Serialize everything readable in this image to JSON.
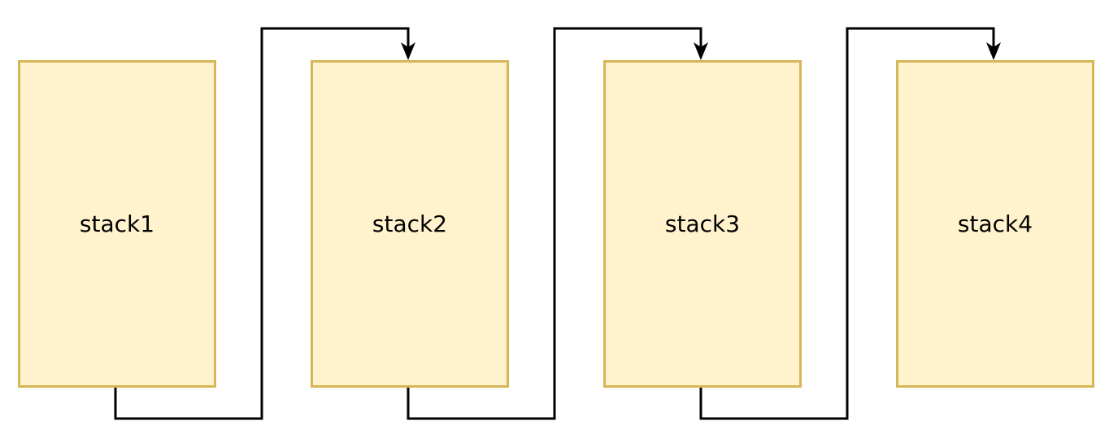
{
  "nodes": [
    {
      "id": "stack1",
      "label": "stack1"
    },
    {
      "id": "stack2",
      "label": "stack2"
    },
    {
      "id": "stack3",
      "label": "stack3"
    },
    {
      "id": "stack4",
      "label": "stack4"
    }
  ],
  "edges": [
    {
      "from": "stack1",
      "to": "stack2"
    },
    {
      "from": "stack2",
      "to": "stack3"
    },
    {
      "from": "stack3",
      "to": "stack4"
    }
  ],
  "colors": {
    "fill": "#fff2cc",
    "stroke": "#d6b656",
    "edge": "#000000"
  }
}
